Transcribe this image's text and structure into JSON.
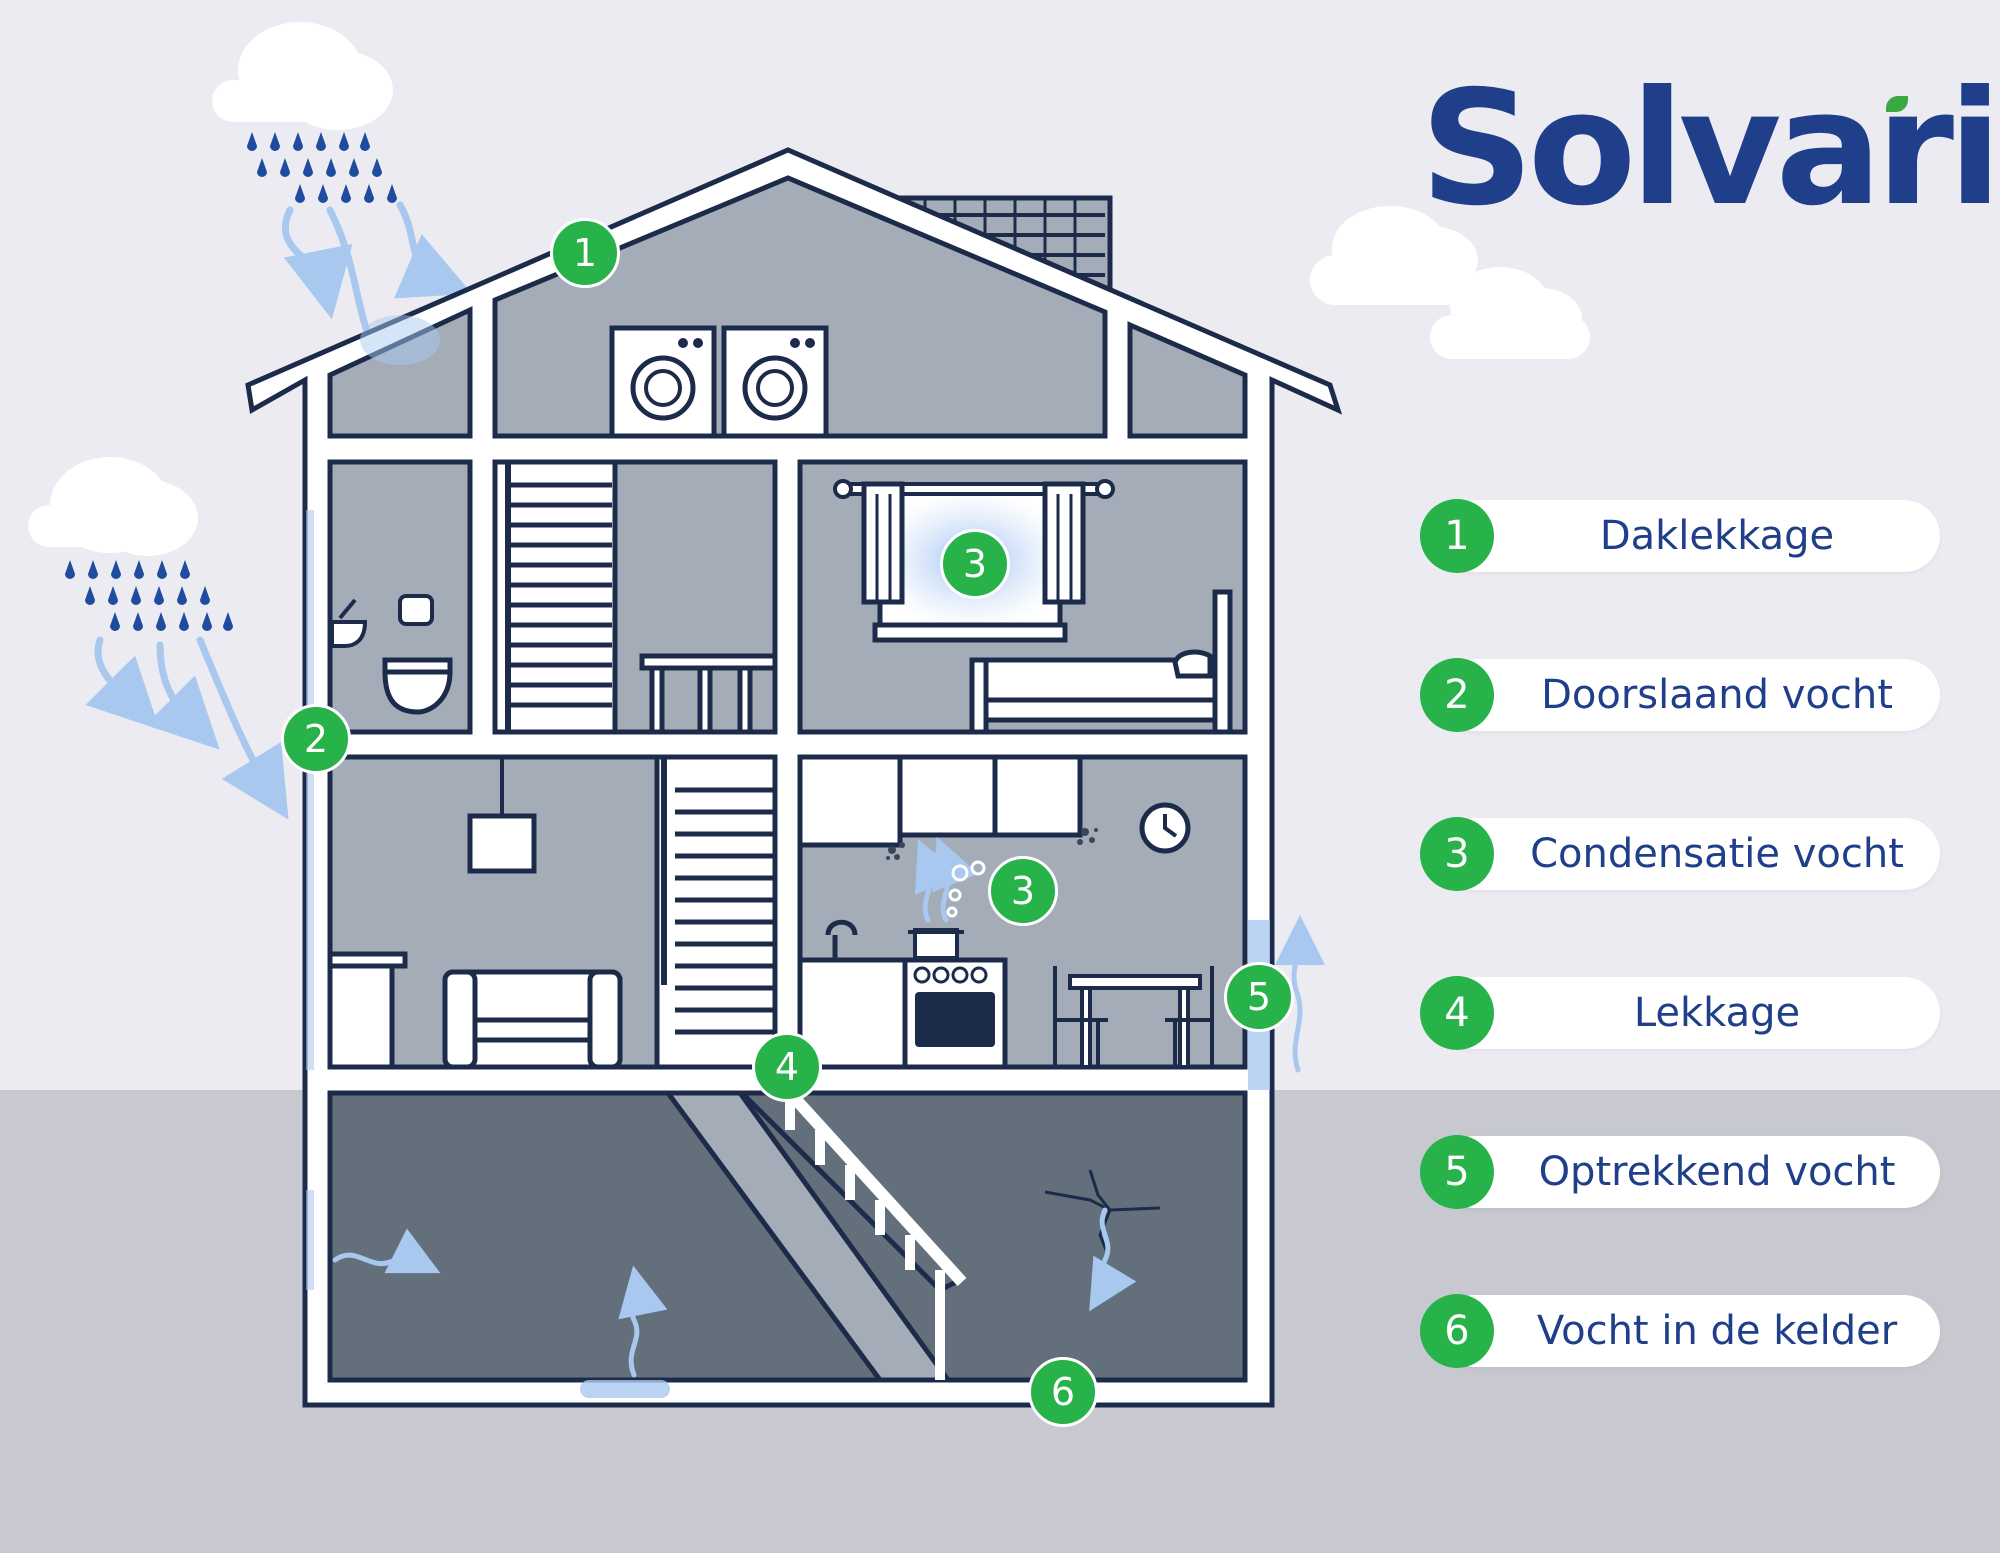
{
  "brand": {
    "name": "Solvari",
    "text_color": "#1f3f8a",
    "leaf_color": "#39a940"
  },
  "colors": {
    "background": "#ecebf1",
    "ground": "#c7c8d0",
    "house_fill": "#a4acb8",
    "basement_fill": "#646f7c",
    "outline": "#1c2b4a",
    "marker": "#27b24a",
    "moisture": "#a9c8f0",
    "rain": "#1f4c9e"
  },
  "legend": [
    {
      "number": "1",
      "label": "Daklekkage"
    },
    {
      "number": "2",
      "label": "Doorslaand vocht"
    },
    {
      "number": "3",
      "label": "Condensatie vocht"
    },
    {
      "number": "4",
      "label": "Lekkage"
    },
    {
      "number": "5",
      "label": "Optrekkend vocht"
    },
    {
      "number": "6",
      "label": "Vocht in de kelder"
    }
  ],
  "markers": [
    {
      "number": "1",
      "problem": "Daklekkage"
    },
    {
      "number": "2",
      "problem": "Doorslaand vocht"
    },
    {
      "number": "3",
      "problem": "Condensatie vocht"
    },
    {
      "number": "3",
      "problem": "Condensatie vocht"
    },
    {
      "number": "4",
      "problem": "Lekkage"
    },
    {
      "number": "5",
      "problem": "Optrekkend vocht"
    },
    {
      "number": "6",
      "problem": "Vocht in de kelder"
    }
  ],
  "icons": [
    "cloud-icon",
    "rain-drop-icon",
    "washing-machine-icon",
    "toilet-icon",
    "window-icon",
    "bed-icon",
    "clock-icon",
    "stove-icon",
    "pot-icon",
    "sofa-icon",
    "staircase-icon",
    "crack-icon"
  ]
}
